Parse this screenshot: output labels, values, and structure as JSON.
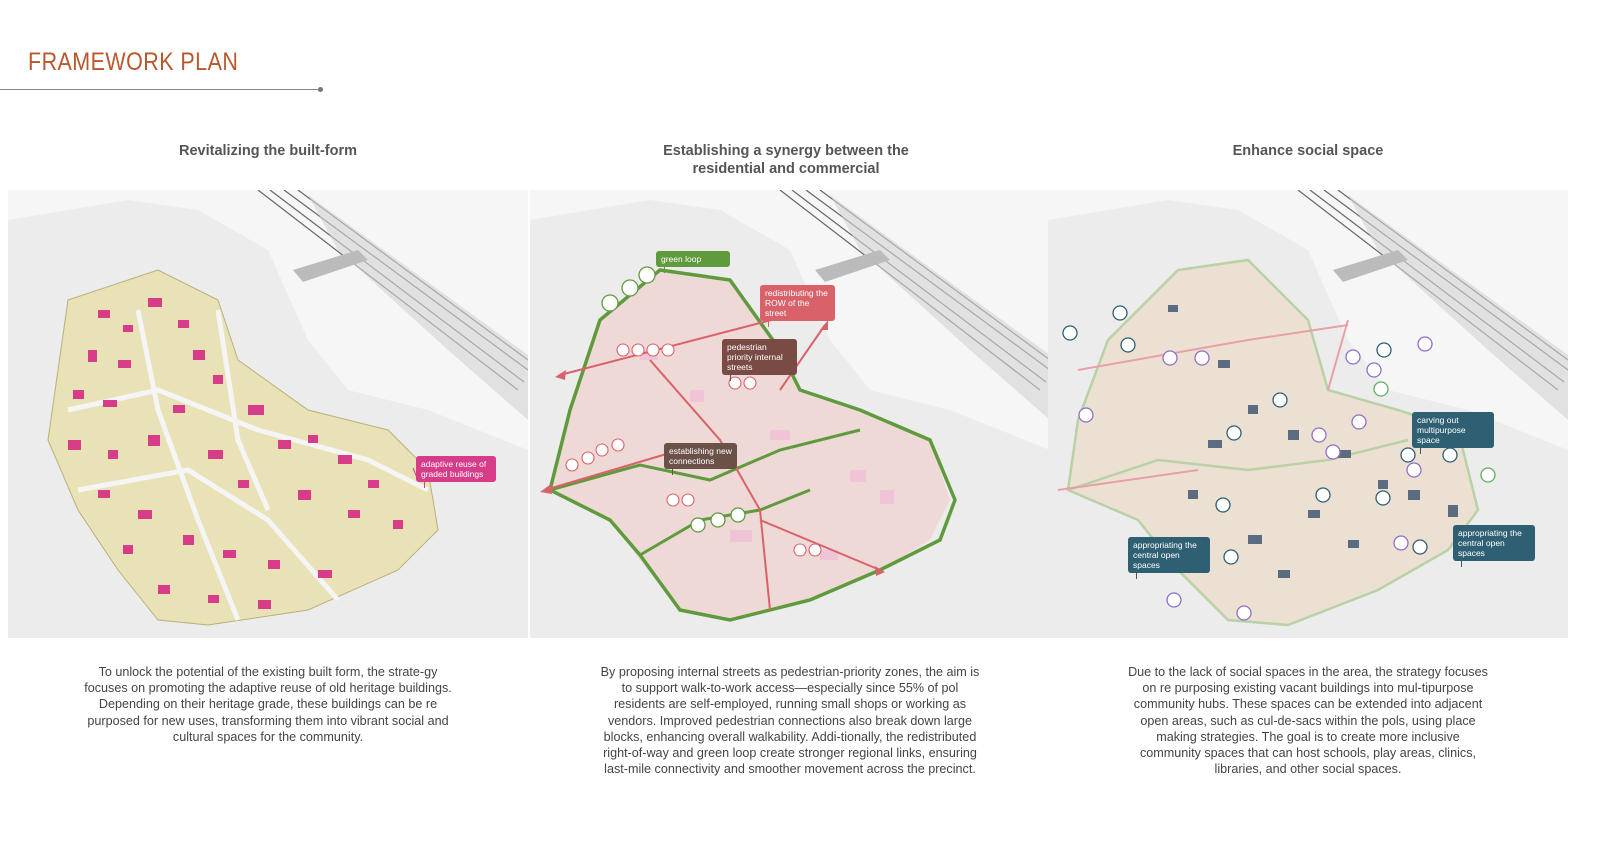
{
  "page": {
    "title": "FRAMEWORK PLAN",
    "title_color": "#b9572d"
  },
  "panels": [
    {
      "heading": "Revitalizing the built-form",
      "callouts": [
        "adaptive reuse of graded buildings"
      ],
      "text": "To unlock the potential of the existing built form, the strate-gy focuses on promoting the adaptive reuse of old heritage buildings. Depending on their heritage grade, these buildings can be re purposed for new uses, transforming them into vibrant social and cultural spaces for the community."
    },
    {
      "heading": "Establishing a synergy between the residential and commercial",
      "callouts": [
        "green loop",
        "redistributing the ROW of the street",
        "pedestrian priority internal streets",
        "establishing new connections"
      ],
      "text": "By proposing internal streets as pedestrian-priority zones, the aim is to support walk-to-work access—especially since 55% of pol residents are self-employed, running small shops or working as vendors. Improved pedestrian connections also break down large blocks, enhancing overall walkability. Addi-tionally, the redistributed right-of-way and green loop create stronger regional links, ensuring last-mile connectivity and smoother movement across the precinct."
    },
    {
      "heading": "Enhance social space",
      "callouts": [
        "carving out multipurpose space",
        "appropriating the central open spaces",
        "appropriating the central open spaces"
      ],
      "text": "Due to the lack of social spaces in the area, the strategy focuses on re purposing existing vacant buildings into mul-tipurpose community hubs. These spaces can be extended into adjacent open areas, such as cul-de-sacs within the pols, using place making strategies. The goal is to create more inclusive community spaces that can host schools, play areas, clinics, libraries, and other social spaces."
    }
  ],
  "icons": {
    "map_icons_panel2": [
      "walking-icon",
      "bicycle-icon",
      "bus-icon",
      "car-icon"
    ],
    "map_icons_panel3": [
      "school-icon",
      "clinic-icon",
      "library-icon",
      "play-area-icon"
    ]
  },
  "colors": {
    "heritage_magenta": "#d63c87",
    "base_yellow": "#e9e2b6",
    "green_loop": "#5f9a3c",
    "row_arrow": "#d9626a",
    "dark_callout": "#7a4a44",
    "social_teal": "#2f5f73",
    "social_purple": "#8f6fc9"
  }
}
